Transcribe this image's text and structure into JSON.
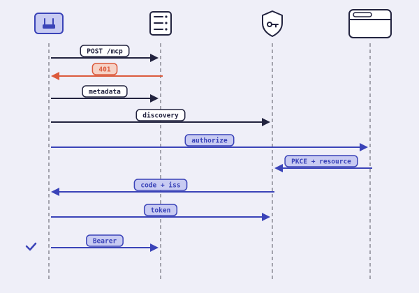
{
  "colors": {
    "background": "#efeff8",
    "dark": "#22233f",
    "blue": "#3a43b8",
    "blue_fill": "#c8cbf2",
    "red": "#dc5a3c",
    "red_fill": "#f6d2c6",
    "lifeline": "#8a8a94",
    "white": "#ffffff"
  },
  "participants": [
    {
      "name": "client",
      "icon": "router-icon",
      "highlighted": true
    },
    {
      "name": "mcp-server",
      "icon": "server-icon",
      "highlighted": false
    },
    {
      "name": "authorization-server",
      "icon": "shield-key-icon",
      "highlighted": false
    },
    {
      "name": "browser",
      "icon": "browser-window-icon",
      "highlighted": false
    }
  ],
  "messages": [
    {
      "label": "POST /mcp",
      "from": 0,
      "to": 1,
      "style": "dark"
    },
    {
      "label": "401",
      "from": 1,
      "to": 0,
      "style": "red"
    },
    {
      "label": "metadata",
      "from": 0,
      "to": 1,
      "style": "dark"
    },
    {
      "label": "discovery",
      "from": 0,
      "to": 2,
      "style": "dark"
    },
    {
      "label": "authorize",
      "from": 0,
      "to": 3,
      "style": "blue"
    },
    {
      "label": "PKCE + resource",
      "from": 3,
      "to": 2,
      "style": "blue"
    },
    {
      "label": "code + iss",
      "from": 2,
      "to": 0,
      "style": "blue"
    },
    {
      "label": "token",
      "from": 0,
      "to": 2,
      "style": "blue"
    },
    {
      "label": "Bearer",
      "from": 0,
      "to": 1,
      "style": "blue"
    }
  ],
  "status": {
    "icon": "checkmark-icon"
  }
}
